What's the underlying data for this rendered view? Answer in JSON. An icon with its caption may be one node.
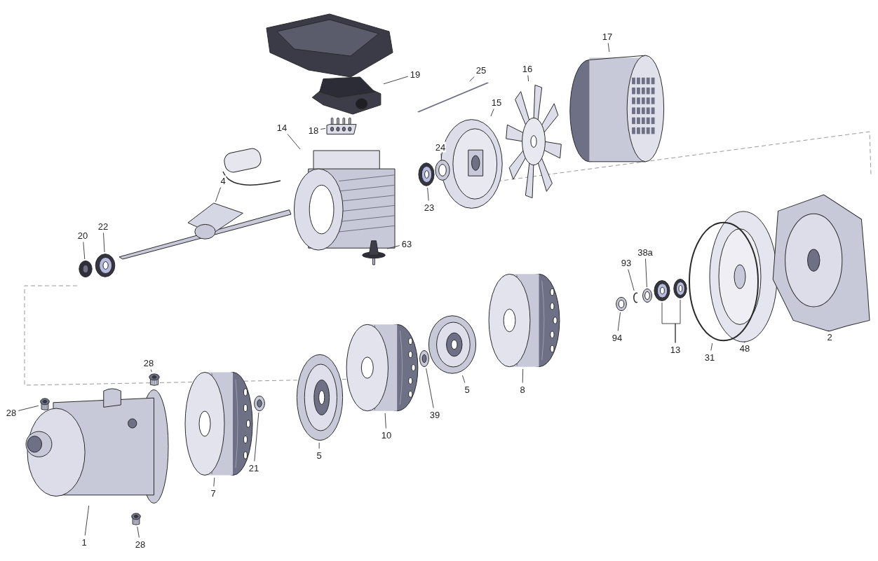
{
  "diagram": {
    "nodes": [
      {
        "text": [
          "1"
        ]
      },
      {
        "text": [],
        "shape": "picture"
      },
      {
        "text": [
          "28"
        ]
      },
      {
        "text": [],
        "shape": "picture"
      },
      {
        "text": [
          "28"
        ]
      },
      {
        "text": [],
        "shape": "picture"
      },
      {
        "text": [
          "28"
        ]
      },
      {
        "text": [],
        "shape": "picture"
      },
      {
        "text": [
          "7"
        ]
      },
      {
        "text": [],
        "shape": "picture"
      },
      {
        "text": [
          "21"
        ]
      },
      {
        "text": [],
        "shape": "picture"
      },
      {
        "text": [
          "5"
        ]
      },
      {
        "text": [],
        "shape": "picture"
      },
      {
        "text": [
          "10"
        ]
      },
      {
        "text": [],
        "shape": "picture"
      },
      {
        "text": [
          "39"
        ]
      },
      {
        "text": [],
        "shape": "picture"
      },
      {
        "text": [
          "5"
        ]
      },
      {
        "text": [],
        "shape": "picture"
      },
      {
        "text": [
          "8"
        ]
      },
      {
        "text": [],
        "shape": "picture"
      },
      {
        "text": [
          "94"
        ]
      },
      {
        "text": [],
        "shape": "picture"
      },
      {
        "text": [
          "93"
        ]
      },
      {
        "text": [],
        "shape": "picture"
      },
      {
        "text": [
          "38a"
        ]
      },
      {
        "text": [],
        "shape": "picture"
      },
      {
        "text": [
          "13"
        ]
      },
      {
        "text": [],
        "shape": "picture"
      },
      {
        "text": [],
        "shape": "picture"
      },
      {
        "text": [
          "31"
        ]
      },
      {
        "text": [],
        "shape": "picture"
      },
      {
        "text": [
          "48"
        ]
      },
      {
        "text": [],
        "shape": "picture"
      },
      {
        "text": [
          "2"
        ]
      },
      {
        "text": [],
        "shape": "picture"
      },
      {
        "text": [
          "20"
        ]
      },
      {
        "text": [],
        "shape": "picture"
      },
      {
        "text": [
          "22"
        ]
      },
      {
        "text": [],
        "shape": "picture"
      },
      {
        "text": [
          "4"
        ]
      },
      {
        "text": [],
        "shape": "picture"
      },
      {
        "text": [
          "14"
        ]
      },
      {
        "text": [],
        "shape": "picture"
      },
      {
        "text": [
          "18"
        ]
      },
      {
        "text": [],
        "shape": "picture"
      },
      {
        "text": [
          "19"
        ]
      },
      {
        "text": [],
        "shape": "picture"
      },
      {
        "text": [
          "25"
        ]
      },
      {
        "text": [],
        "shape": "picture"
      },
      {
        "text": [
          "15"
        ]
      },
      {
        "text": [],
        "shape": "picture"
      },
      {
        "text": [
          "24"
        ]
      },
      {
        "text": [],
        "shape": "picture"
      },
      {
        "text": [
          "23"
        ]
      },
      {
        "text": [],
        "shape": "picture"
      },
      {
        "text": [
          "16"
        ]
      },
      {
        "text": [],
        "shape": "picture"
      },
      {
        "text": [
          "17"
        ]
      },
      {
        "text": [],
        "shape": "picture"
      },
      {
        "text": [
          "63"
        ]
      },
      {
        "text": [],
        "shape": "picture"
      }
    ],
    "edges": [
      {
        "from": 0,
        "to": 1,
        "arrow": "none"
      },
      {
        "from": 2,
        "to": 3,
        "arrow": "none"
      },
      {
        "from": 4,
        "to": 5,
        "arrow": "none"
      },
      {
        "from": 6,
        "to": 7,
        "arrow": "none"
      },
      {
        "from": 8,
        "to": 9,
        "arrow": "none"
      },
      {
        "from": 10,
        "to": 11,
        "arrow": "none"
      },
      {
        "from": 12,
        "to": 13,
        "arrow": "none"
      },
      {
        "from": 14,
        "to": 15,
        "arrow": "none"
      },
      {
        "from": 16,
        "to": 17,
        "arrow": "none"
      },
      {
        "from": 18,
        "to": 19,
        "arrow": "none"
      },
      {
        "from": 20,
        "to": 21,
        "arrow": "none"
      },
      {
        "from": 22,
        "to": 23,
        "arrow": "none"
      },
      {
        "from": 24,
        "to": 25,
        "arrow": "none"
      },
      {
        "from": 26,
        "to": 27,
        "arrow": "none"
      },
      {
        "from": 28,
        "to": 29,
        "arrow": "none"
      },
      {
        "from": 28,
        "to": 30,
        "arrow": "none"
      },
      {
        "from": 31,
        "to": 32,
        "arrow": "none"
      },
      {
        "from": 33,
        "to": 34,
        "arrow": "none"
      },
      {
        "from": 35,
        "to": 36,
        "arrow": "none"
      },
      {
        "from": 37,
        "to": 38,
        "arrow": "none"
      },
      {
        "from": 39,
        "to": 40,
        "arrow": "none"
      },
      {
        "from": 41,
        "to": 42,
        "arrow": "none"
      },
      {
        "from": 43,
        "to": 44,
        "arrow": "none"
      },
      {
        "from": 45,
        "to": 46,
        "arrow": "none"
      },
      {
        "from": 47,
        "to": 48,
        "arrow": "none"
      },
      {
        "from": 49,
        "to": 50,
        "arrow": "none"
      },
      {
        "from": 51,
        "to": 52,
        "arrow": "none"
      },
      {
        "from": 53,
        "to": 54,
        "arrow": "none"
      },
      {
        "from": 55,
        "to": 56,
        "arrow": "none"
      },
      {
        "from": 57,
        "to": 58,
        "arrow": "none"
      },
      {
        "from": 59,
        "to": 60,
        "arrow": "none"
      },
      {
        "from": 61,
        "to": 62,
        "arrow": "none"
      }
    ]
  }
}
